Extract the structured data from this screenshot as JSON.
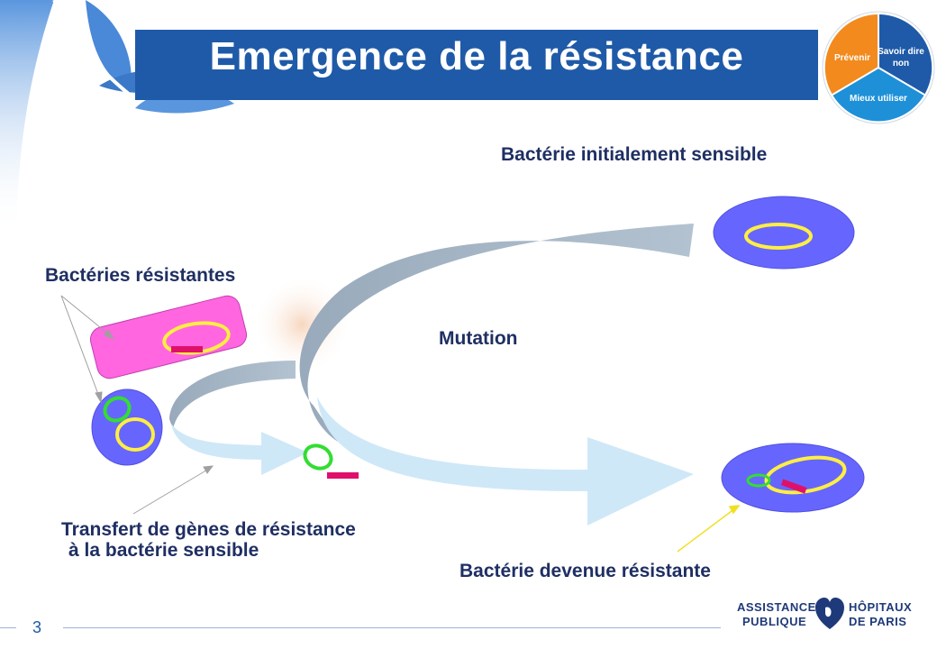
{
  "title": "Emergence de la résistance",
  "labels": {
    "initially_sensitive": "Bactérie initialement sensible",
    "resistant_bacteria": "Bactéries résistantes",
    "mutation": "Mutation",
    "transfer_line1": "Transfert de gènes de résistance",
    "transfer_line2": "à la bactérie sensible",
    "became_resistant": "Bactérie devenue résistante"
  },
  "badge": {
    "segment_prevent": "Prévenir",
    "segment_say_no_line1": "Savoir dire",
    "segment_say_no_line2": "non",
    "segment_better_use": "Mieux utiliser",
    "colors": {
      "prevent": "#f28a1e",
      "say_no": "#1f5aa8",
      "better_use": "#1e90d8"
    }
  },
  "footer": {
    "slide_number": "3",
    "logo_left_line1": "ASSISTANCE",
    "logo_left_line2": "PUBLIQUE",
    "logo_right_line1": "HÔPITAUX",
    "logo_right_line2": "DE PARIS"
  },
  "colors": {
    "title_bar": "#1f5aa8",
    "bacterium_body": "#6666ff",
    "resistant_rod": "#ff66e0",
    "plasmid_yellow": "#ffee44",
    "plasmid_green": "#33dd33",
    "resistance_gene": "#e0106a",
    "arrow_gray": "#a8b8c8",
    "arrow_light": "#cfe8f8"
  }
}
